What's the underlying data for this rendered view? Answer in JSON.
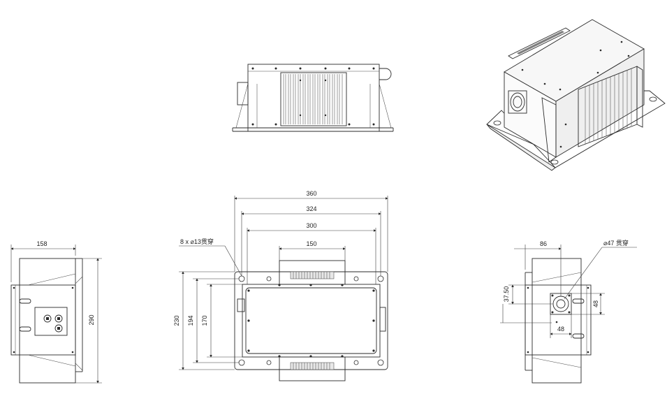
{
  "dimensions": {
    "top_width_outer": "360",
    "top_width_mid": "324",
    "top_width_inner": "300",
    "top_width_fin": "150",
    "top_height_outer": "230",
    "top_height_mid": "194",
    "top_height_inner": "170",
    "side_left_width": "158",
    "side_left_height": "290",
    "side_right_width": "86",
    "side_right_offset": "37.50",
    "side_right_connector_w": "48",
    "side_right_connector_h": "48"
  },
  "notes": {
    "hole_note": "8 x ⌀13贯穿",
    "connector_note": "⌀47 贯穿"
  }
}
